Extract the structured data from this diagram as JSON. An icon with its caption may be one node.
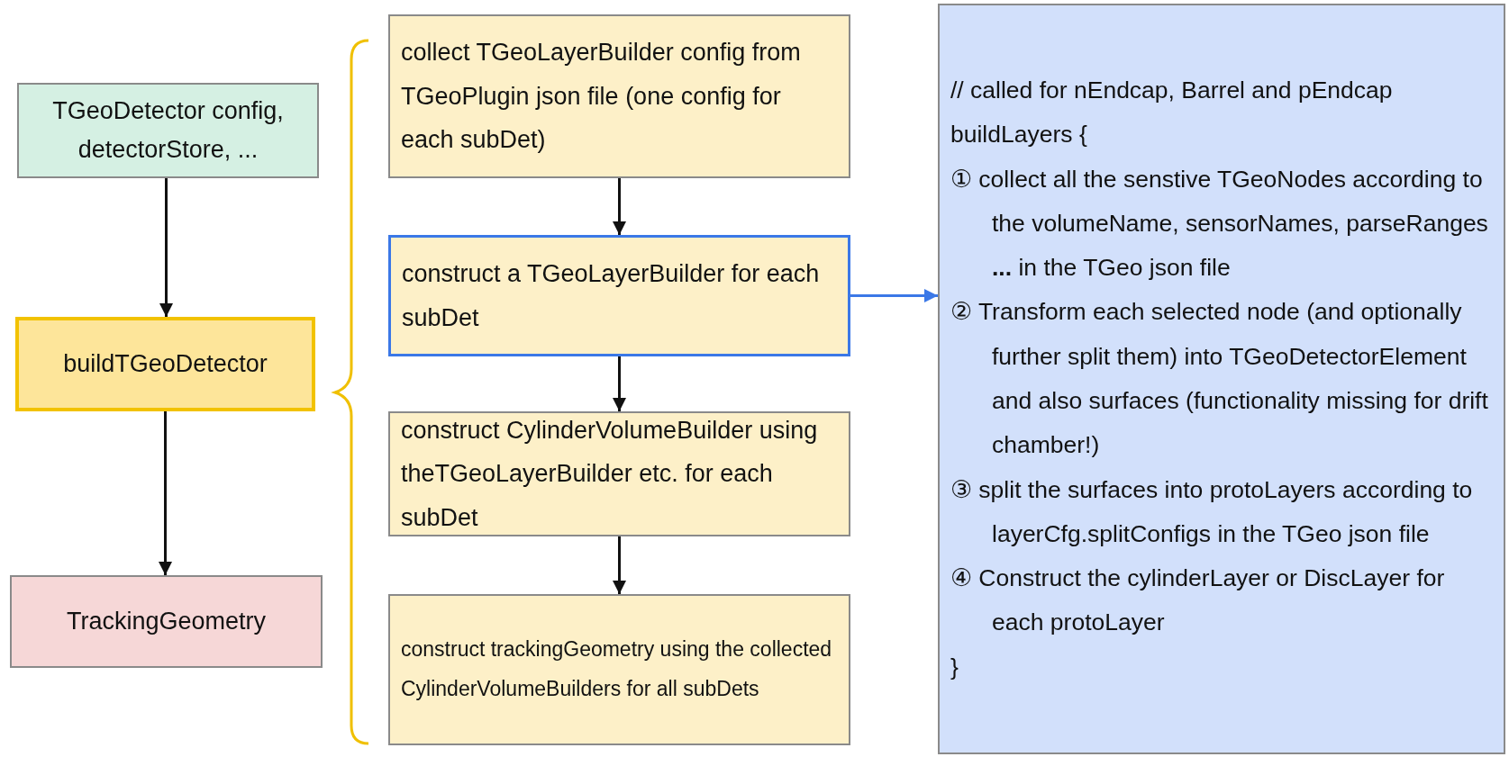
{
  "diagram": {
    "nodes": [
      {
        "text": [
          "TGeoDetector config, detectorStore, ..."
        ]
      },
      {
        "text": [
          "buildTGeoDetector"
        ]
      },
      {
        "text": [
          "TrackingGeometry"
        ]
      },
      {
        "text": [
          "collect TGeoLayerBuilder config from TGeoPlugin json file (one config for each subDet)"
        ]
      },
      {
        "text": [
          "construct a TGeoLayerBuilder for each subDet"
        ]
      },
      {
        "text": [
          "construct CylinderVolumeBuilder using theTGeoLayerBuilder etc. for each subDet"
        ]
      },
      {
        "text": [
          "construct trackingGeometry using the collected CylinderVolumeBuilders for all subDets"
        ]
      },
      {
        "text": [
          "// called for nEndcap, Barrel and pEndcap",
          "buildLayers {",
          "① collect all the senstive TGeoNodes according to the volumeName, sensorNames, parseRanges **...** in the TGeo json file",
          "② Transform each selected node (and optionally further split them) into TGeoDetectorElement and also surfaces (functionality missing for drift chamber!)",
          "③ split the surfaces into protoLayers according to  layerCfg.splitConfigs in the TGeo json file",
          "④ Construct the cylinderLayer or DiscLayer for each protoLayer",
          "}"
        ]
      }
    ],
    "edges": [
      {
        "from": 0,
        "to": 1,
        "arrow": "to"
      },
      {
        "from": 1,
        "to": 2,
        "arrow": "to"
      },
      {
        "from": 3,
        "to": 4,
        "arrow": "to"
      },
      {
        "from": 4,
        "to": 5,
        "arrow": "to"
      },
      {
        "from": 5,
        "to": 6,
        "arrow": "to"
      },
      {
        "from": 4,
        "to": 7,
        "arrow": "to",
        "color": "#3b78e7"
      }
    ]
  }
}
